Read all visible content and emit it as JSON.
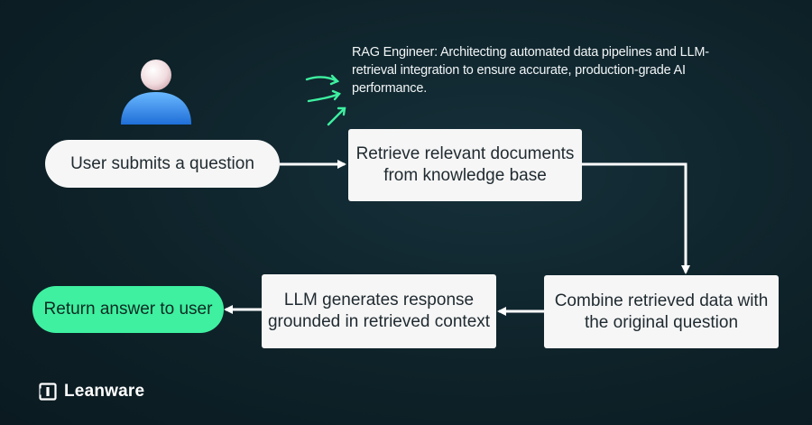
{
  "caption": "RAG Engineer: Architecting automated data pipelines and LLM-retrieval integration to ensure accurate, production-grade AI performance.",
  "steps": {
    "submit": "User submits a question",
    "retrieve_line1": "Retrieve relevant documents",
    "retrieve_line2": "from knowledge base",
    "combine_line1": "Combine retrieved data with",
    "combine_line2": "the original question",
    "generate_line1": "LLM generates response",
    "generate_line2": "grounded in retrieved context",
    "return": "Return answer to user"
  },
  "brand": {
    "name": "Leanware",
    "icon": "leanware-logo-icon"
  },
  "avatar": {
    "icon": "user-avatar-icon"
  },
  "colors": {
    "accent": "#3ef0a0",
    "node_fill": "#f6f6f6",
    "arrow": "#ffffff",
    "background": "#0e2229"
  }
}
